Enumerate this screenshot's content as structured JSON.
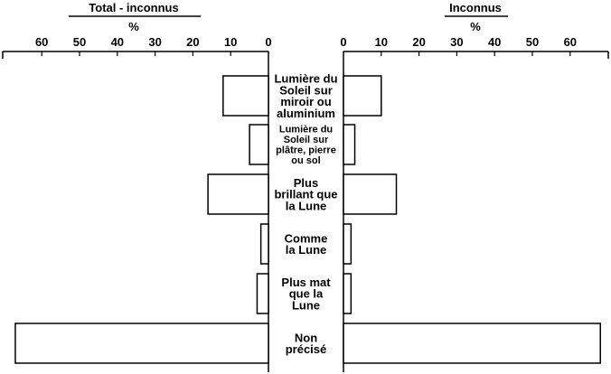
{
  "chart_data": {
    "type": "bar",
    "subtype": "back-to-back horizontal bar",
    "left_panel": {
      "title": "Total - inconnus",
      "unit": "%"
    },
    "right_panel": {
      "title": "Inconnus",
      "unit": "%"
    },
    "ticks": [
      0,
      10,
      20,
      30,
      40,
      50,
      60
    ],
    "xlim": [
      0,
      70
    ],
    "categories": [
      {
        "lines": [
          "Lumière du",
          "Soleil sur",
          "miroir ou",
          "aluminium"
        ],
        "size": "large"
      },
      {
        "lines": [
          "Lumière du",
          "Soleil sur",
          "plâtre, pierre",
          "ou sol"
        ],
        "size": "small"
      },
      {
        "lines": [
          "Plus",
          "brillant que",
          "la Lune"
        ],
        "size": "large"
      },
      {
        "lines": [
          "Comme",
          "la Lune"
        ],
        "size": "large"
      },
      {
        "lines": [
          "Plus mat",
          "que la",
          "Lune"
        ],
        "size": "large"
      },
      {
        "lines": [
          "Non",
          "précisé"
        ],
        "size": "large"
      }
    ],
    "series": [
      {
        "name": "Total - inconnus",
        "side": "left",
        "values": [
          12,
          5,
          16,
          2,
          3,
          67
        ]
      },
      {
        "name": "Inconnus",
        "side": "right",
        "values": [
          10,
          3,
          14,
          2,
          2,
          68
        ]
      }
    ],
    "grid": false,
    "legend": "none"
  }
}
